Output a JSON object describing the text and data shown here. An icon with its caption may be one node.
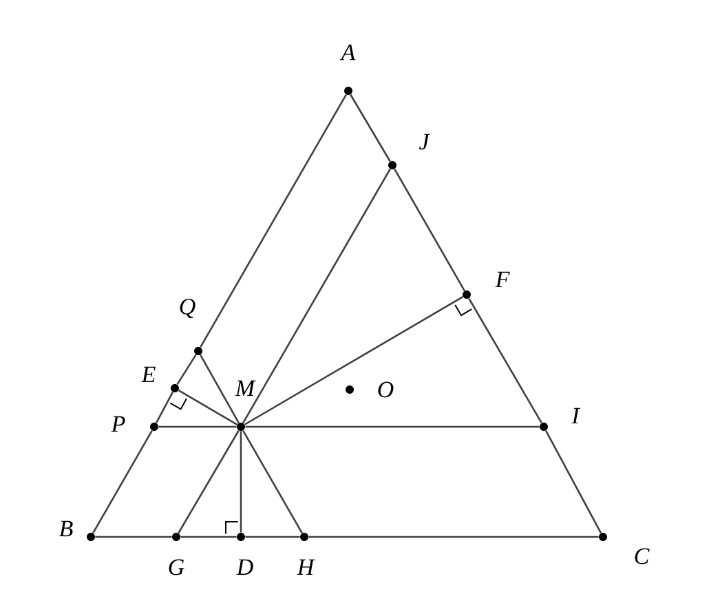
{
  "diagram": {
    "nodes": [
      {
        "text": [],
        "shape": "circle",
        "beside": [
          "A"
        ]
      },
      {
        "text": [],
        "shape": "circle",
        "beside": [
          "J"
        ]
      },
      {
        "text": [],
        "shape": "circle",
        "beside": [
          "F"
        ]
      },
      {
        "text": [],
        "shape": "circle",
        "beside": [
          "Q"
        ]
      },
      {
        "text": [],
        "shape": "circle",
        "beside": [
          "E"
        ]
      },
      {
        "text": [],
        "shape": "circle",
        "beside": [
          "M"
        ]
      },
      {
        "text": [],
        "shape": "circle",
        "beside": [
          "O"
        ]
      },
      {
        "text": [],
        "shape": "circle",
        "beside": [
          "P"
        ]
      },
      {
        "text": [],
        "shape": "circle",
        "beside": [
          "I"
        ]
      },
      {
        "text": [],
        "shape": "circle",
        "beside": [
          "B"
        ]
      },
      {
        "text": [],
        "shape": "circle",
        "beside": [
          "G"
        ]
      },
      {
        "text": [],
        "shape": "circle",
        "beside": [
          "D"
        ]
      },
      {
        "text": [],
        "shape": "circle",
        "beside": [
          "H"
        ]
      },
      {
        "text": [],
        "shape": "circle",
        "beside": [
          "C"
        ]
      }
    ],
    "edges": [
      {
        "from": 0,
        "to": 3,
        "arrow": "none"
      },
      {
        "from": 3,
        "to": 4,
        "arrow": "none"
      },
      {
        "from": 4,
        "to": 7,
        "arrow": "none"
      },
      {
        "from": 7,
        "to": 9,
        "arrow": "none"
      },
      {
        "from": 0,
        "to": 1,
        "arrow": "none"
      },
      {
        "from": 1,
        "to": 2,
        "arrow": "none"
      },
      {
        "from": 2,
        "to": 8,
        "arrow": "none"
      },
      {
        "from": 8,
        "to": 13,
        "arrow": "none"
      },
      {
        "from": 9,
        "to": 10,
        "arrow": "none"
      },
      {
        "from": 10,
        "to": 11,
        "arrow": "none"
      },
      {
        "from": 11,
        "to": 12,
        "arrow": "none"
      },
      {
        "from": 12,
        "to": 13,
        "arrow": "none"
      },
      {
        "from": 7,
        "to": 5,
        "arrow": "none"
      },
      {
        "from": 5,
        "to": 8,
        "arrow": "none"
      },
      {
        "from": 10,
        "to": 5,
        "arrow": "none"
      },
      {
        "from": 5,
        "to": 1,
        "arrow": "none"
      },
      {
        "from": 3,
        "to": 5,
        "arrow": "none"
      },
      {
        "from": 5,
        "to": 12,
        "arrow": "none"
      },
      {
        "from": 5,
        "to": 4,
        "arrow": "none"
      },
      {
        "from": 5,
        "to": 2,
        "arrow": "none"
      },
      {
        "from": 5,
        "to": 11,
        "arrow": "none"
      }
    ]
  }
}
